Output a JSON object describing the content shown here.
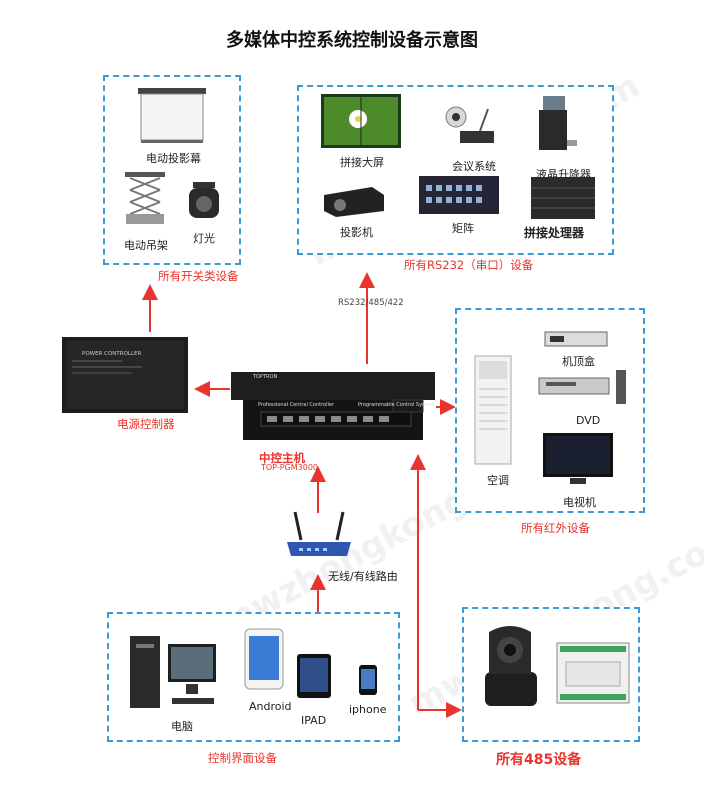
{
  "title": "多媒体中控系统控制设备示意图",
  "groups": {
    "switch": {
      "caption": "所有开关类设备",
      "items": [
        "电动投影幕",
        "电动吊架",
        "灯光"
      ]
    },
    "rs232": {
      "caption": "所有RS232（串口）设备",
      "items": [
        "拼接大屏",
        "会议系统",
        "液晶升降器",
        "投影机",
        "矩阵",
        "拼接处理器"
      ]
    },
    "ir": {
      "caption": "所有红外设备",
      "items": [
        "机顶盒",
        "DVD",
        "空调",
        "电视机"
      ]
    },
    "rs485": {
      "caption": "所有485设备"
    },
    "control": {
      "caption": "控制界面设备",
      "items": [
        "电脑",
        "Android",
        "IPAD",
        "iphone"
      ]
    }
  },
  "center": {
    "name": "中控主机",
    "model": "TOP-PGM3000",
    "panel_brand": "TOPTRON",
    "panel_text1": "Professional Central Controller",
    "panel_text2": "Programmable Control System"
  },
  "power": {
    "name": "电源控制器",
    "panel_text": "POWER CONTROLLER"
  },
  "router": {
    "name": "无线/有线路由"
  },
  "link_label": "RS232/485/422",
  "watermark": "mwzhongkong.com",
  "colors": {
    "accent": "#e8342c",
    "dashed": "#3c9bd6"
  }
}
